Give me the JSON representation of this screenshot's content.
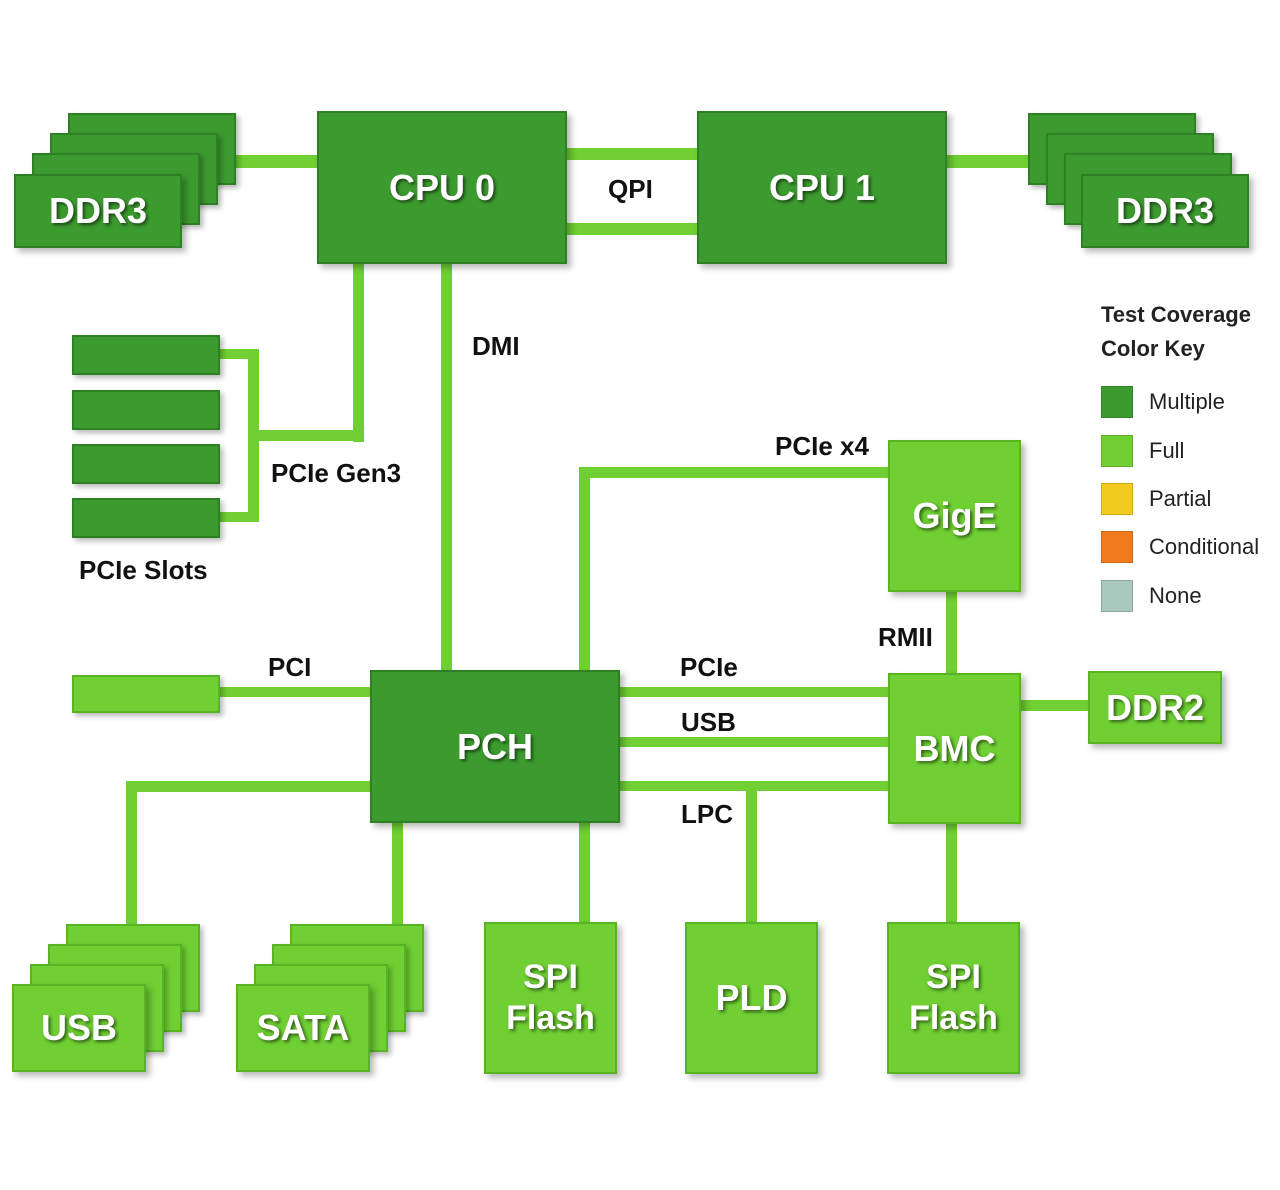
{
  "components": {
    "cpu0": "CPU 0",
    "cpu1": "CPU 1",
    "ddr3_left": "DDR3",
    "ddr3_right": "DDR3",
    "pch": "PCH",
    "gige": "GigE",
    "bmc": "BMC",
    "ddr2": "DDR2",
    "usb": "USB",
    "sata": "SATA",
    "spi_flash_1": "SPI\nFlash",
    "pld": "PLD",
    "spi_flash_2": "SPI\nFlash"
  },
  "links": {
    "qpi": "QPI",
    "dmi": "DMI",
    "pcie_gen3": "PCIe Gen3",
    "pcie_slots": "PCIe Slots",
    "pcie_x4": "PCIe x4",
    "rmii": "RMII",
    "pci": "PCI",
    "pcie": "PCIe",
    "usb": "USB",
    "lpc": "LPC"
  },
  "legend": {
    "title": "Test Coverage\nColor Key",
    "items": [
      {
        "label": "Multiple",
        "color": "#3c9b2f"
      },
      {
        "label": "Full",
        "color": "#6fcf33"
      },
      {
        "label": "Partial",
        "color": "#f2c91f"
      },
      {
        "label": "Conditional",
        "color": "#f07b1f"
      },
      {
        "label": "None",
        "color": "#a8c7bd"
      }
    ]
  },
  "colors": {
    "multiple": "#3c9b2f",
    "full": "#6fcf33"
  }
}
